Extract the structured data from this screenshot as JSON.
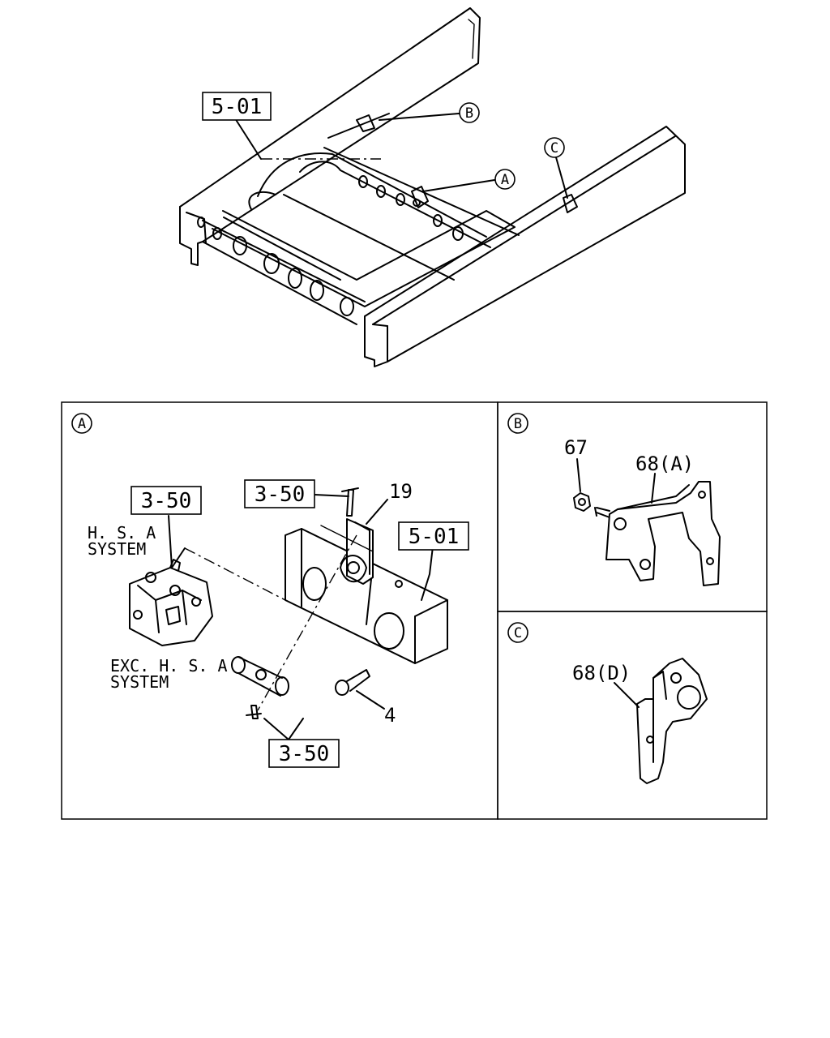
{
  "overview": {
    "frame_ref": "5-01",
    "callouts": {
      "a": "A",
      "b": "B",
      "c": "C"
    }
  },
  "detail_a": {
    "badge": "A",
    "refs": {
      "hsa_ref": "3-50",
      "top_ref": "3-50",
      "frame_ref": "5-01",
      "bottom_ref": "3-50"
    },
    "labels": {
      "hsa_line1": "H. S. A",
      "hsa_line2": "SYSTEM",
      "exc_line1": "EXC. H. S. A",
      "exc_line2": "SYSTEM"
    },
    "parts": {
      "bracket": "19",
      "bolt": "4"
    }
  },
  "detail_b": {
    "badge": "B",
    "parts": {
      "nut": "67",
      "bracket": "68(A)"
    }
  },
  "detail_c": {
    "badge": "C",
    "parts": {
      "bracket": "68(D)"
    }
  }
}
